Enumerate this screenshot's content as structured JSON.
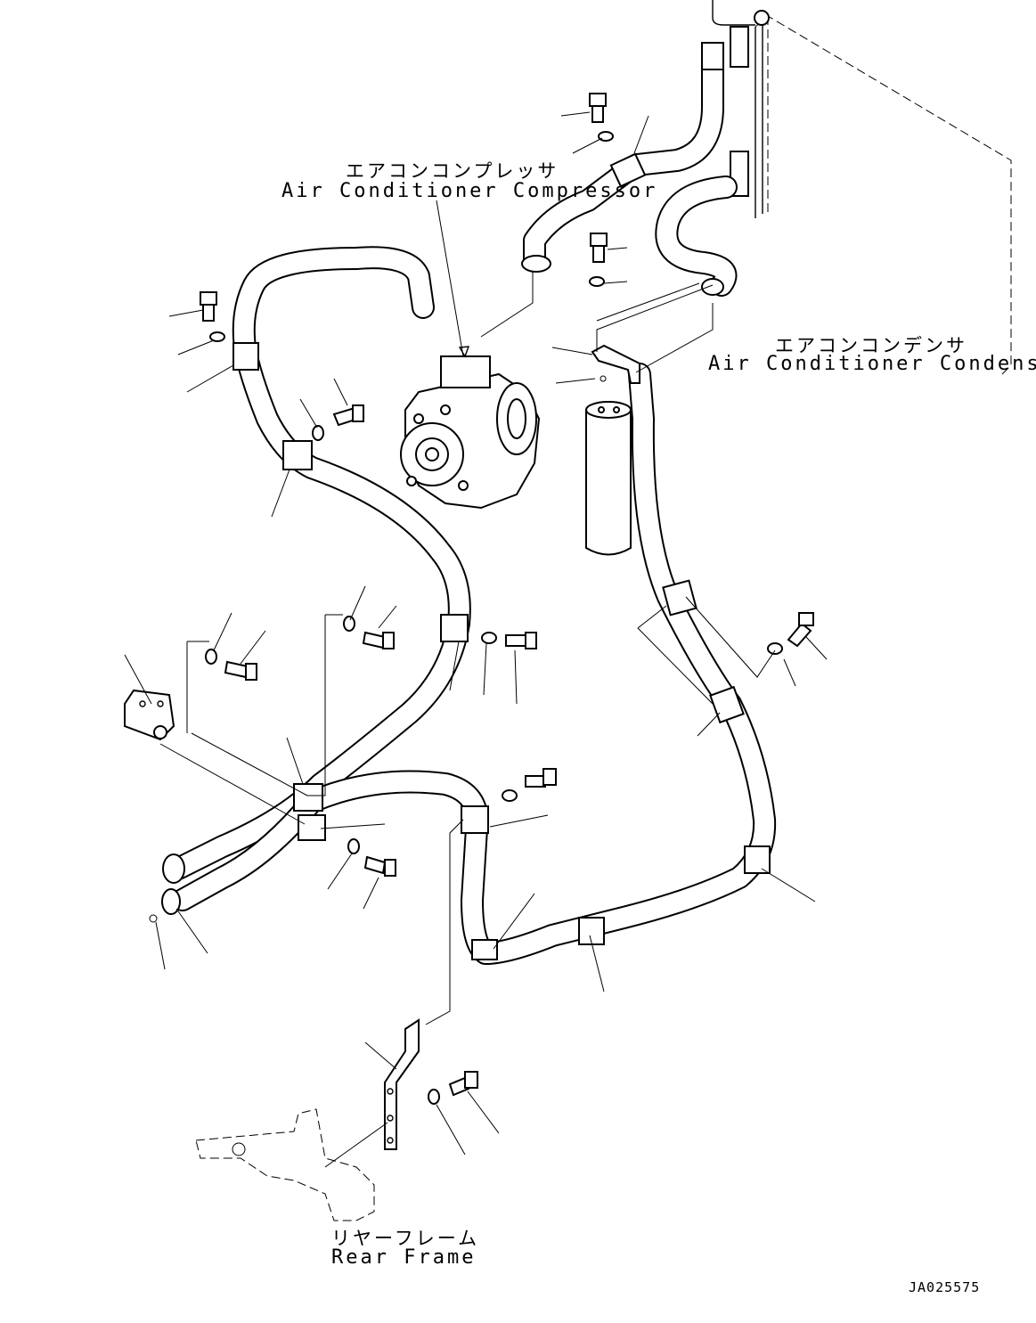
{
  "labels": {
    "compressor_jp": "エアコンコンプレッサ",
    "compressor_en": "Air Conditioner Compressor",
    "condenser_jp": "エアコンコンデンサ",
    "condenser_en": "Air Conditioner Condenser",
    "frame_jp": "リヤーフレーム",
    "frame_en": "Rear Frame"
  },
  "drawing_code": "JA025575"
}
